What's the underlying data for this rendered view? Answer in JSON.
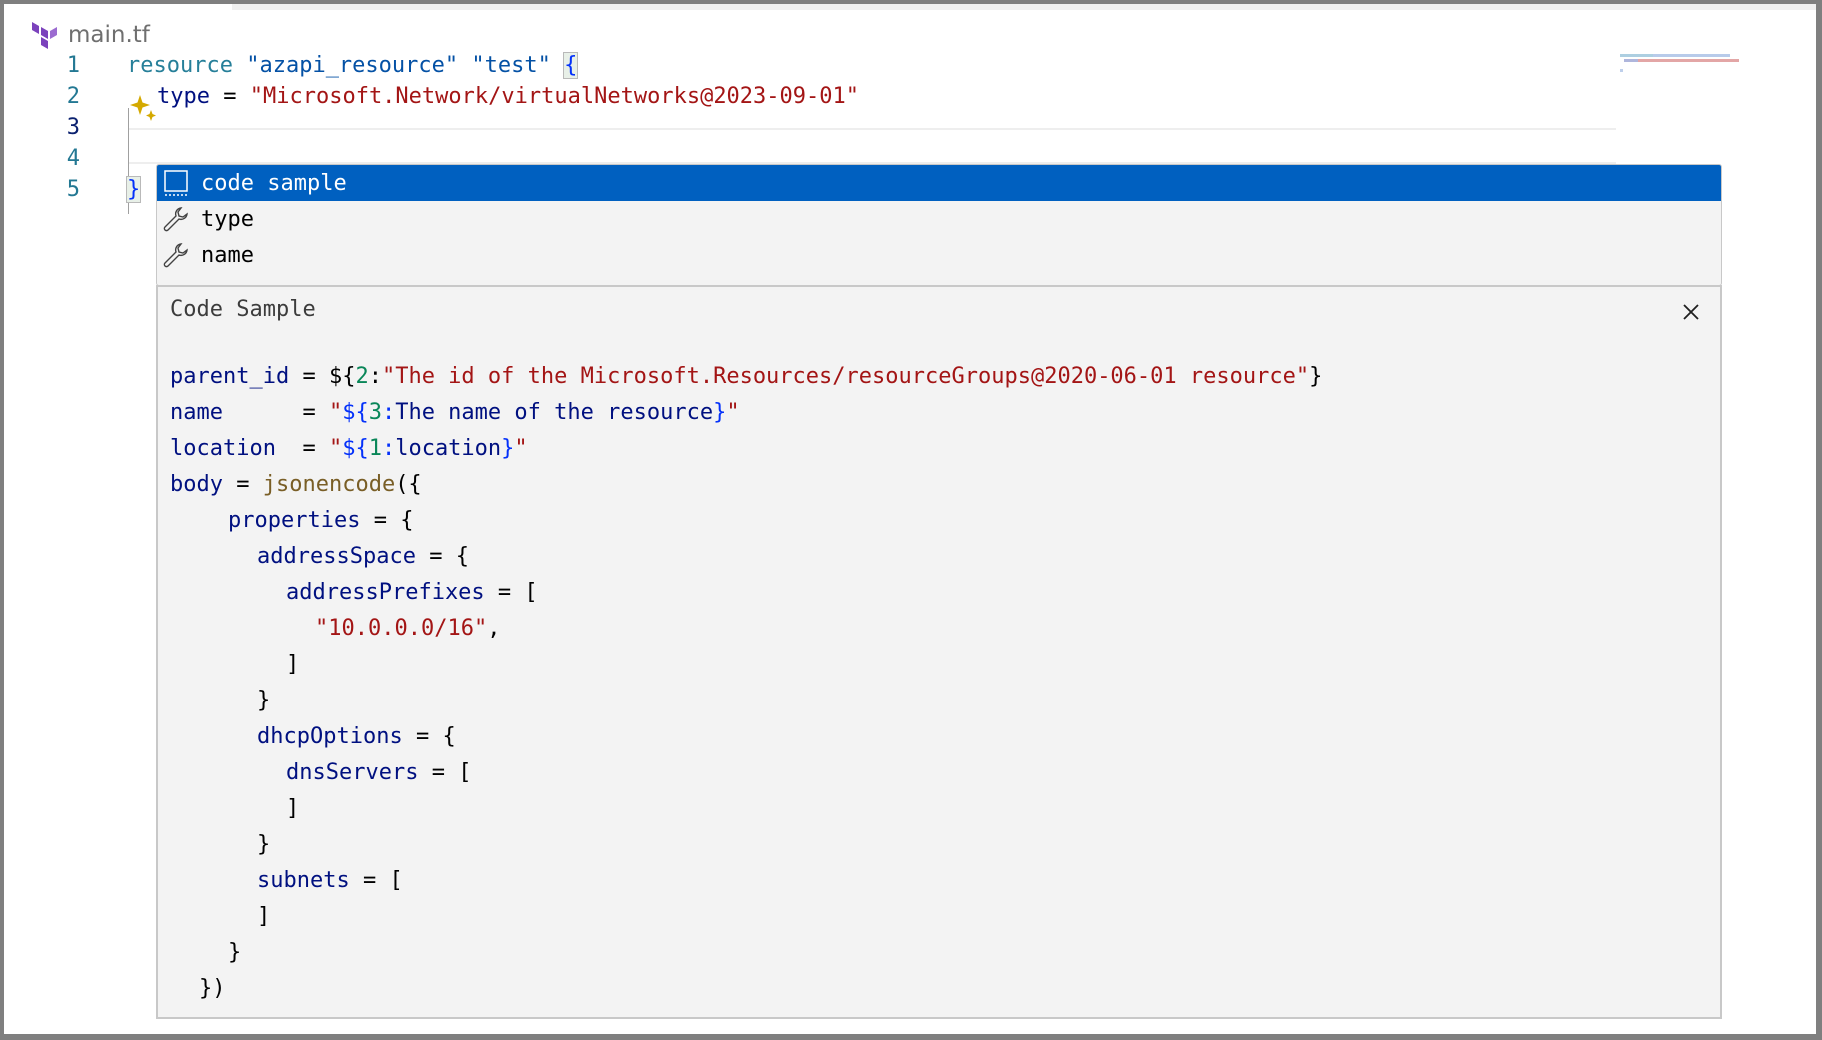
{
  "tab": {
    "filename": "main.tf",
    "icon": "terraform-logo-icon"
  },
  "editor": {
    "line_numbers": [
      "1",
      "2",
      "3",
      "4",
      "5"
    ],
    "active_line": "3",
    "lines": {
      "l1": {
        "kw": "resource",
        "s1": "\"azapi_resource\"",
        "s2": "\"test\"",
        "brace": "{"
      },
      "l2": {
        "attr": "type",
        "eq": " = ",
        "value": "\"Microsoft.Network/virtualNetworks@2023-09-01\""
      },
      "l5": {
        "brace": "}"
      }
    }
  },
  "suggest": {
    "items": [
      {
        "label": "code sample",
        "icon": "snippet-icon",
        "selected": true
      },
      {
        "label": "type",
        "icon": "wrench-icon"
      },
      {
        "label": "name",
        "icon": "wrench-icon"
      }
    ]
  },
  "details": {
    "title": "Code Sample",
    "close_icon": "close-icon",
    "code": {
      "parent_id_key": "parent_id",
      "parent_id_eq": " = ${",
      "parent_id_num": "2",
      "parent_id_colon": ":",
      "parent_id_str": "\"The id of the Microsoft.Resources/resourceGroups@2020-06-01 resource\"",
      "parent_id_close": "}",
      "name_key": "name",
      "name_eq": "      = ",
      "name_q1": "\"",
      "name_open": "${",
      "name_num": "3",
      "name_colon": ":",
      "name_text": "The name of the resource",
      "name_close": "}",
      "name_q2": "\"",
      "location_key": "location",
      "location_eq": "  = ",
      "location_q1": "\"",
      "location_open": "${",
      "location_num": "1",
      "location_colon": ":",
      "location_text": "location",
      "location_close": "}",
      "location_q2": "\"",
      "body_key": "body",
      "body_eq": " = ",
      "body_fn": "jsonencode",
      "body_open": "({",
      "properties": "properties",
      "properties_eq": " = {",
      "addressSpace": "addressSpace",
      "addressSpace_eq": " = {",
      "addressPrefixes": "addressPrefixes",
      "addressPrefixes_eq": " = [",
      "prefix_value": "\"10.0.0.0/16\"",
      "prefix_comma": ",",
      "close_bracket": "]",
      "close_brace": "}",
      "dhcpOptions": "dhcpOptions",
      "dhcpOptions_eq": " = {",
      "dnsServers": "dnsServers",
      "dnsServers_eq": " = [",
      "subnets": "subnets",
      "subnets_eq": " = [",
      "end": "})"
    }
  },
  "colors": {
    "selection": "#0060c0",
    "widget_bg": "#f3f3f3",
    "line_number": "#237893",
    "string": "#a31515",
    "attribute": "#001080",
    "keyword": "#267f99",
    "terraform_purple": "#7b42bc"
  }
}
